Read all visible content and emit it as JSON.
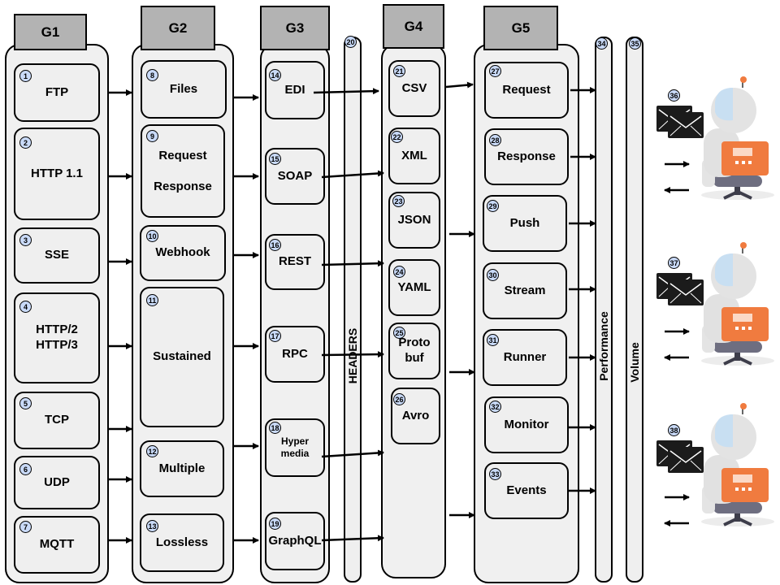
{
  "groups": {
    "g1": "G1",
    "g2": "G2",
    "g3": "G3",
    "g4": "G4",
    "g5": "G5"
  },
  "g1_items": [
    {
      "n": "1",
      "label": "FTP"
    },
    {
      "n": "2",
      "label": "HTTP 1.1"
    },
    {
      "n": "3",
      "label": "SSE"
    },
    {
      "n": "4",
      "label": "HTTP/2\nHTTP/3"
    },
    {
      "n": "5",
      "label": "TCP"
    },
    {
      "n": "6",
      "label": "UDP"
    },
    {
      "n": "7",
      "label": "MQTT"
    }
  ],
  "g2_items": [
    {
      "n": "8",
      "label": "Files"
    },
    {
      "n": "9",
      "label": "Request\nResponse"
    },
    {
      "n": "10",
      "label": "Webhook"
    },
    {
      "n": "11",
      "label": "Sustained"
    },
    {
      "n": "12",
      "label": "Multiple"
    },
    {
      "n": "13",
      "label": "Lossless"
    }
  ],
  "g3_items": [
    {
      "n": "14",
      "label": "EDI"
    },
    {
      "n": "15",
      "label": "SOAP"
    },
    {
      "n": "16",
      "label": "REST"
    },
    {
      "n": "17",
      "label": "RPC"
    },
    {
      "n": "18",
      "label": "Hyper\nmedia"
    },
    {
      "n": "19",
      "label": "GraphQL"
    }
  ],
  "headers": {
    "n": "20",
    "label": "HEADERS"
  },
  "g4_items": [
    {
      "n": "21",
      "label": "CSV"
    },
    {
      "n": "22",
      "label": "XML"
    },
    {
      "n": "23",
      "label": "JSON"
    },
    {
      "n": "24",
      "label": "YAML"
    },
    {
      "n": "25",
      "label": "Proto\nbuf"
    },
    {
      "n": "26",
      "label": "Avro"
    }
  ],
  "g5_items": [
    {
      "n": "27",
      "label": "Request"
    },
    {
      "n": "28",
      "label": "Response"
    },
    {
      "n": "29",
      "label": "Push"
    },
    {
      "n": "30",
      "label": "Stream"
    },
    {
      "n": "31",
      "label": "Runner"
    },
    {
      "n": "32",
      "label": "Monitor"
    },
    {
      "n": "33",
      "label": "Events"
    }
  ],
  "performance": {
    "n": "34",
    "label": "Performance"
  },
  "volume": {
    "n": "35",
    "label": "Volume"
  },
  "consumers": [
    {
      "n": "36"
    },
    {
      "n": "37"
    },
    {
      "n": "38"
    }
  ],
  "colors": {
    "badge": "#c9daf8",
    "header": "#b3b3b3",
    "box": "#efefef",
    "robot": "#f07b3f",
    "chair": "#6e6e80"
  }
}
